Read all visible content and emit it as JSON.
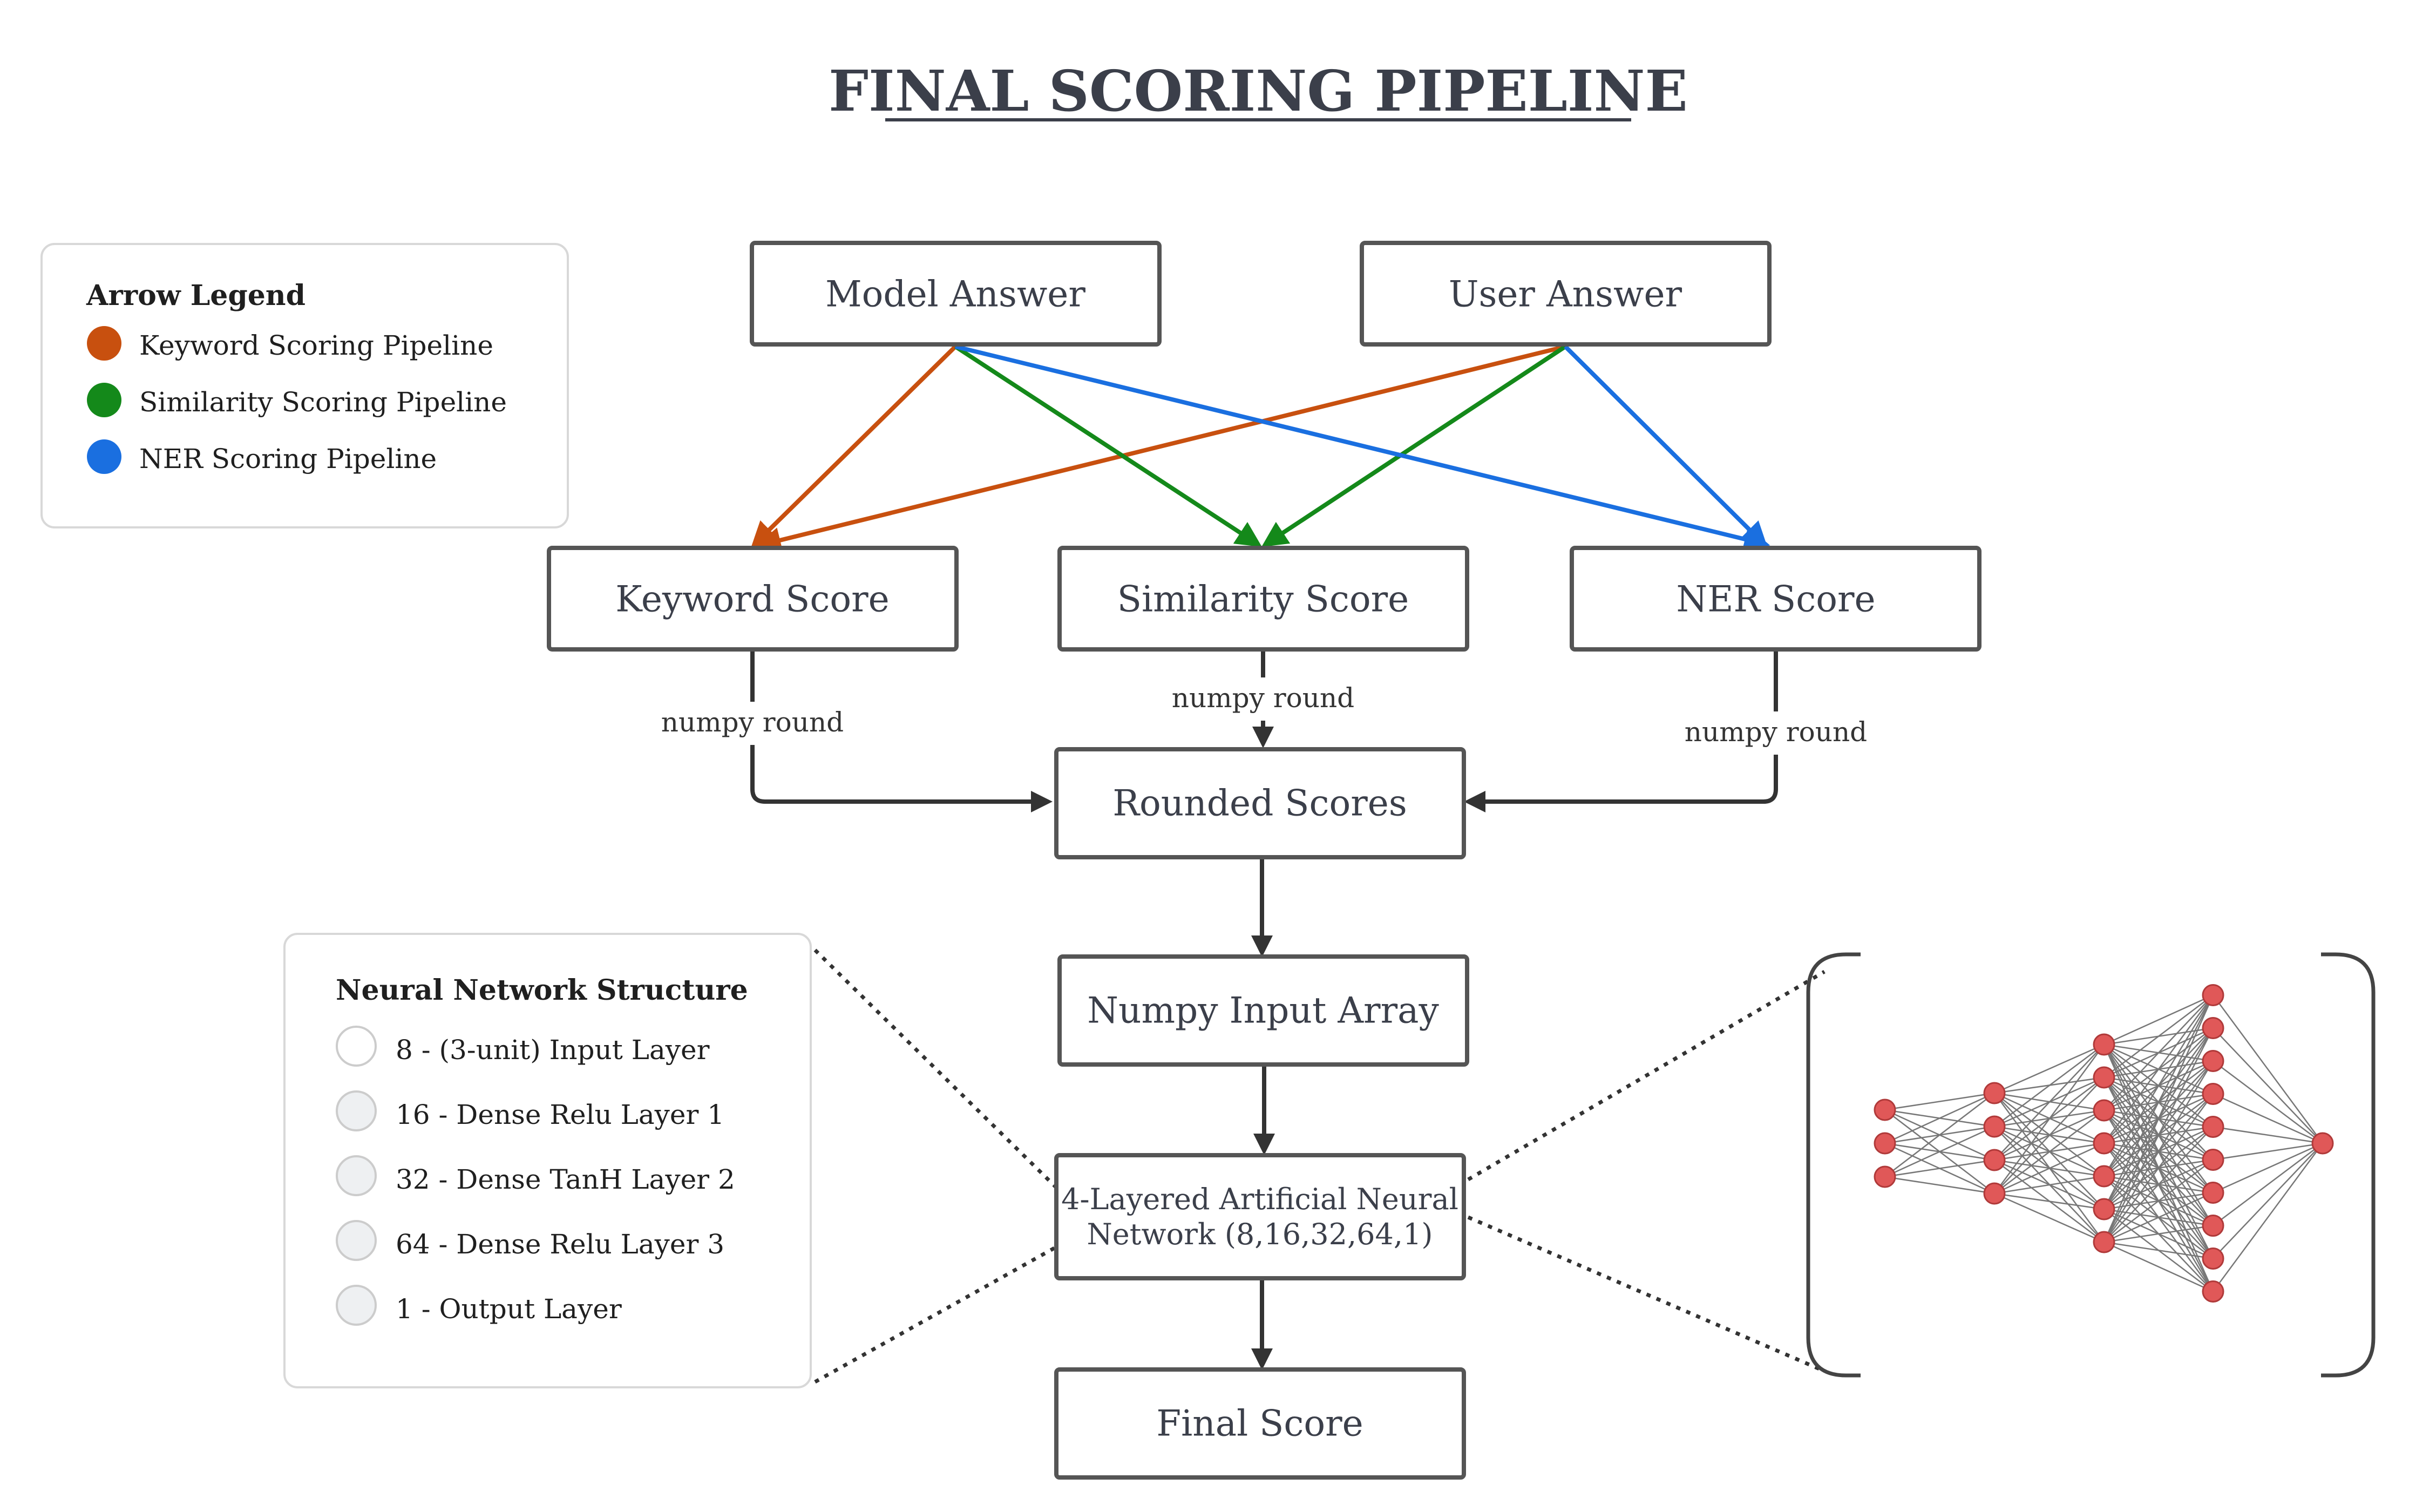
{
  "title": "FINAL SCORING PIPELINE",
  "nodes": {
    "model_answer": "Model Answer",
    "user_answer": "User Answer",
    "keyword_score": "Keyword Score",
    "similarity_score": "Similarity Score",
    "ner_score": "NER Score",
    "rounded_scores": "Rounded Scores",
    "numpy_input_array": "Numpy Input Array",
    "ann_line1": "4-Layered Artificial Neural",
    "ann_line2": "Network (8,16,32,64,1)",
    "final_score": "Final Score"
  },
  "edge_labels": {
    "keyword_round": "numpy round",
    "similarity_round": "numpy round",
    "ner_round": "numpy round"
  },
  "arrow_legend": {
    "title": "Arrow Legend",
    "items": [
      {
        "label": "Keyword Scoring Pipeline",
        "color": "#c8500f"
      },
      {
        "label": "Similarity Scoring Pipeline",
        "color": "#14891a"
      },
      {
        "label": "NER Scoring Pipeline",
        "color": "#1a6fe0"
      }
    ]
  },
  "nn_structure": {
    "title": "Neural Network Structure",
    "items": [
      {
        "label": "8 - (3-unit) Input Layer"
      },
      {
        "label": "16 - Dense Relu Layer 1"
      },
      {
        "label": "32 - Dense TanH Layer 2"
      },
      {
        "label": "64 - Dense Relu Layer 3"
      },
      {
        "label": "1 - Output Layer"
      }
    ]
  },
  "colors": {
    "text": "#3b3f4a",
    "box_stroke": "#555555",
    "keyword": "#c8500f",
    "similarity": "#14891a",
    "ner": "#1a6fe0",
    "neuron": "#e05858"
  }
}
